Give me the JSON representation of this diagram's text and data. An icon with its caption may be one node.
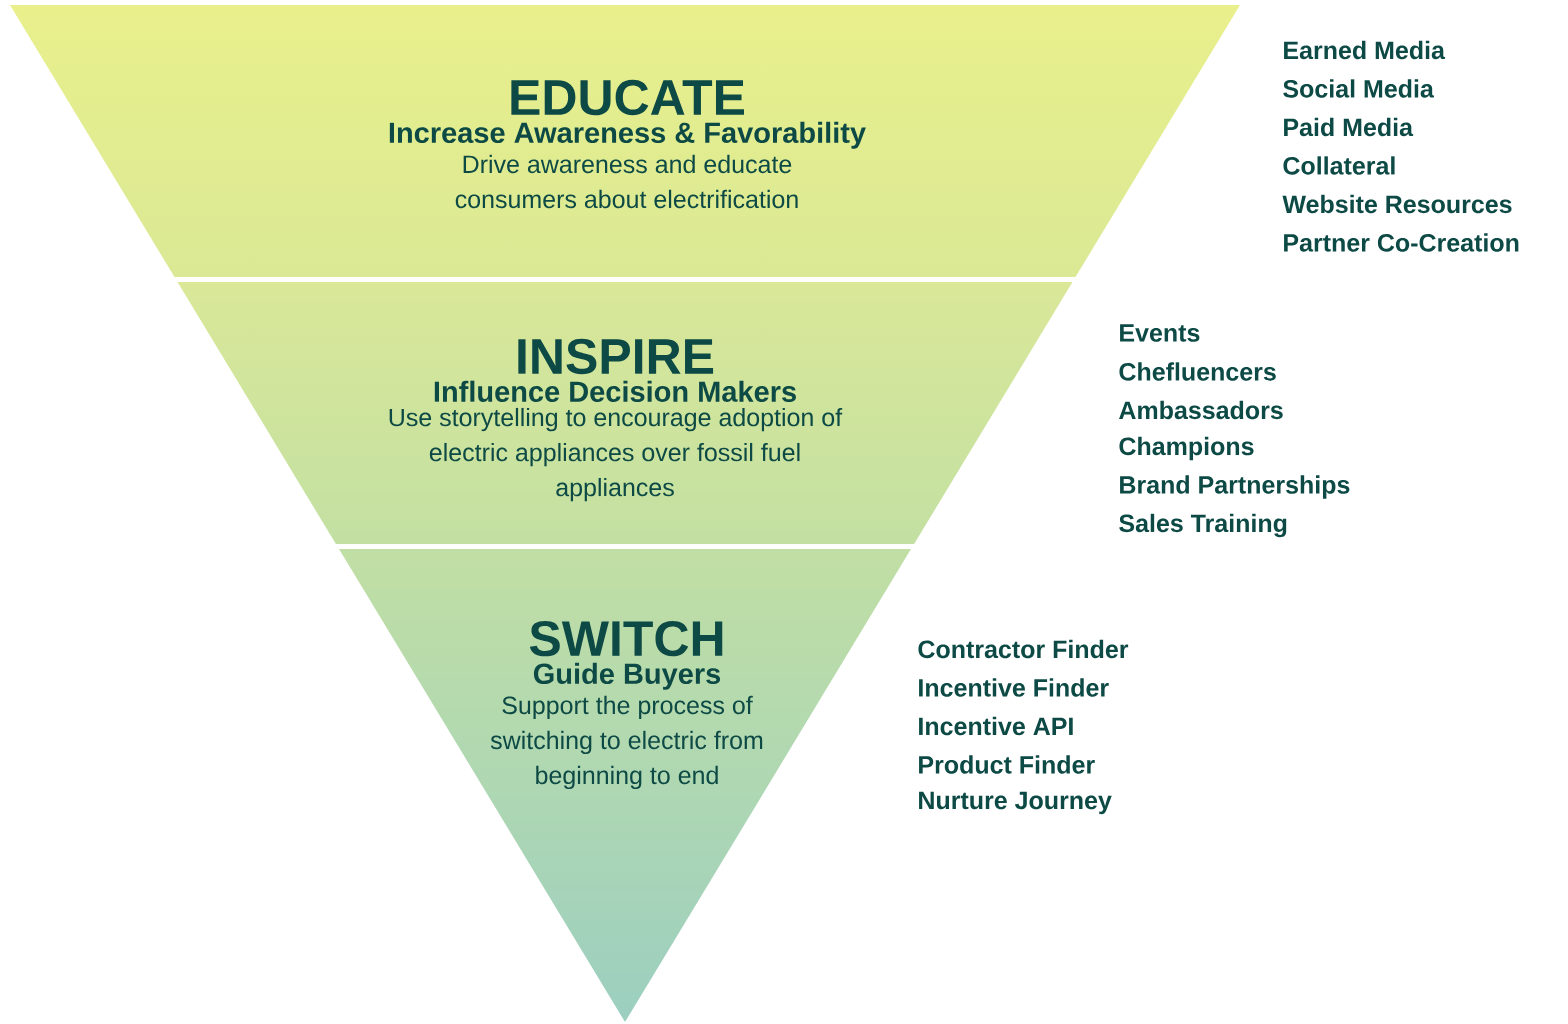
{
  "diagram": {
    "nodes": [
      {
        "text": [
          "EDUCATE",
          "Increase Awareness & Favorability",
          "Drive awareness and educate consumers about electrification"
        ],
        "beside": [
          "Earned Media",
          "Social Media",
          "Paid Media",
          "Collateral",
          "Website Resources",
          "Partner Co-Creation"
        ]
      },
      {
        "text": [
          "INSPIRE",
          "Influence Decision Makers",
          "Use storytelling to encourage adoption of electric appliances over fossil fuel appliances"
        ],
        "beside": [
          "Events",
          "Chefluencers",
          "Ambassadors",
          "Champions",
          "Brand Partnerships",
          "Sales Training"
        ]
      },
      {
        "text": [
          "SWITCH",
          "Guide Buyers",
          "Support the process of switching to electric from beginning to end"
        ],
        "beside": [
          "Contractor Finder",
          "Incentive Finder",
          "Incentive API",
          "Product Finder",
          "Nurture Journey"
        ]
      }
    ]
  }
}
